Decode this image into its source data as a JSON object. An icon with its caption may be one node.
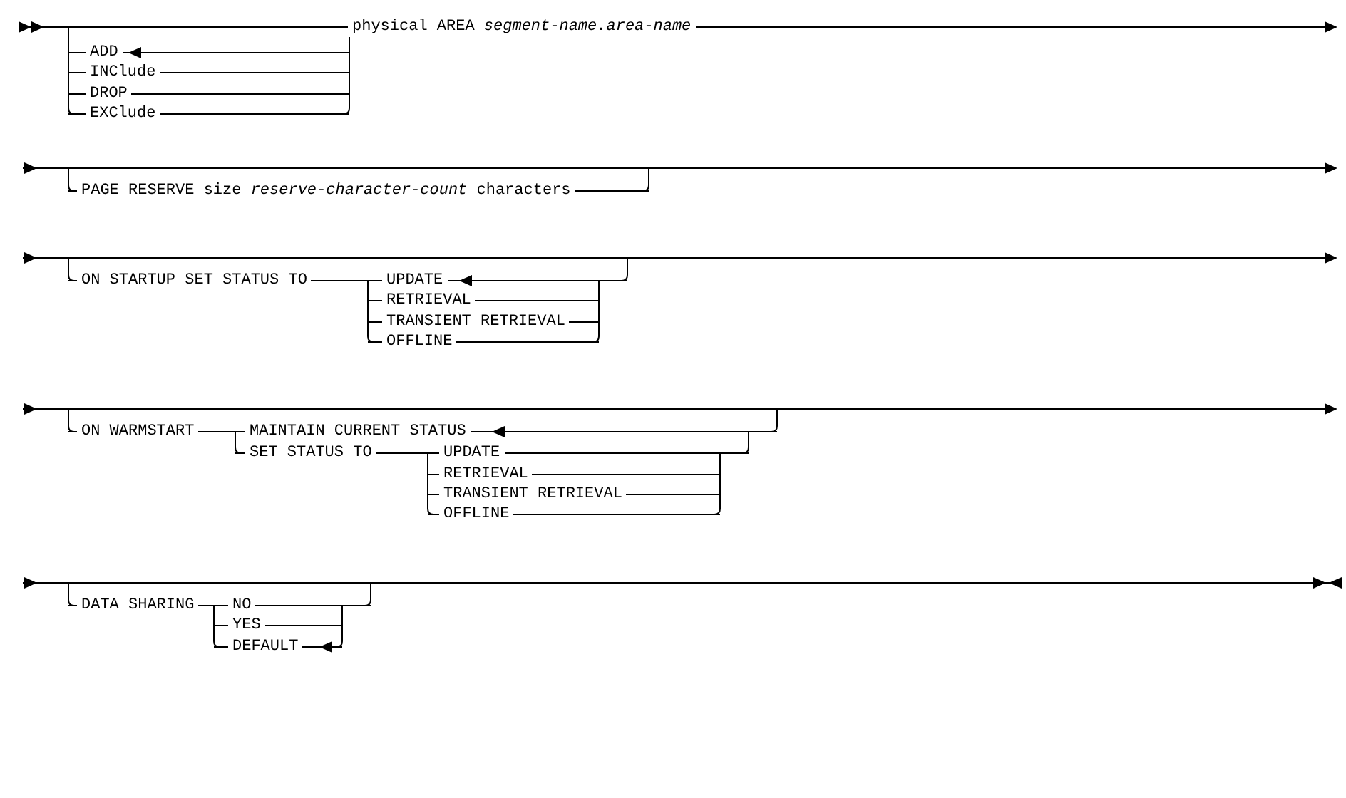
{
  "diagram": {
    "labels": [
      "physical AREA *segment-name.area-name*",
      "ADD",
      "INClude",
      "DROP",
      "EXClude",
      "PAGE RESERVE size *reserve-character-count* characters",
      "ON STARTUP SET STATUS TO",
      "UPDATE",
      "RETRIEVAL",
      "TRANSIENT RETRIEVAL",
      "OFFLINE",
      "ON WARMSTART",
      "MAINTAIN CURRENT STATUS",
      "SET STATUS TO",
      "UPDATE",
      "RETRIEVAL",
      "TRANSIENT RETRIEVAL",
      "OFFLINE",
      "DATA SHARING",
      "NO",
      "YES",
      "DEFAULT"
    ]
  }
}
